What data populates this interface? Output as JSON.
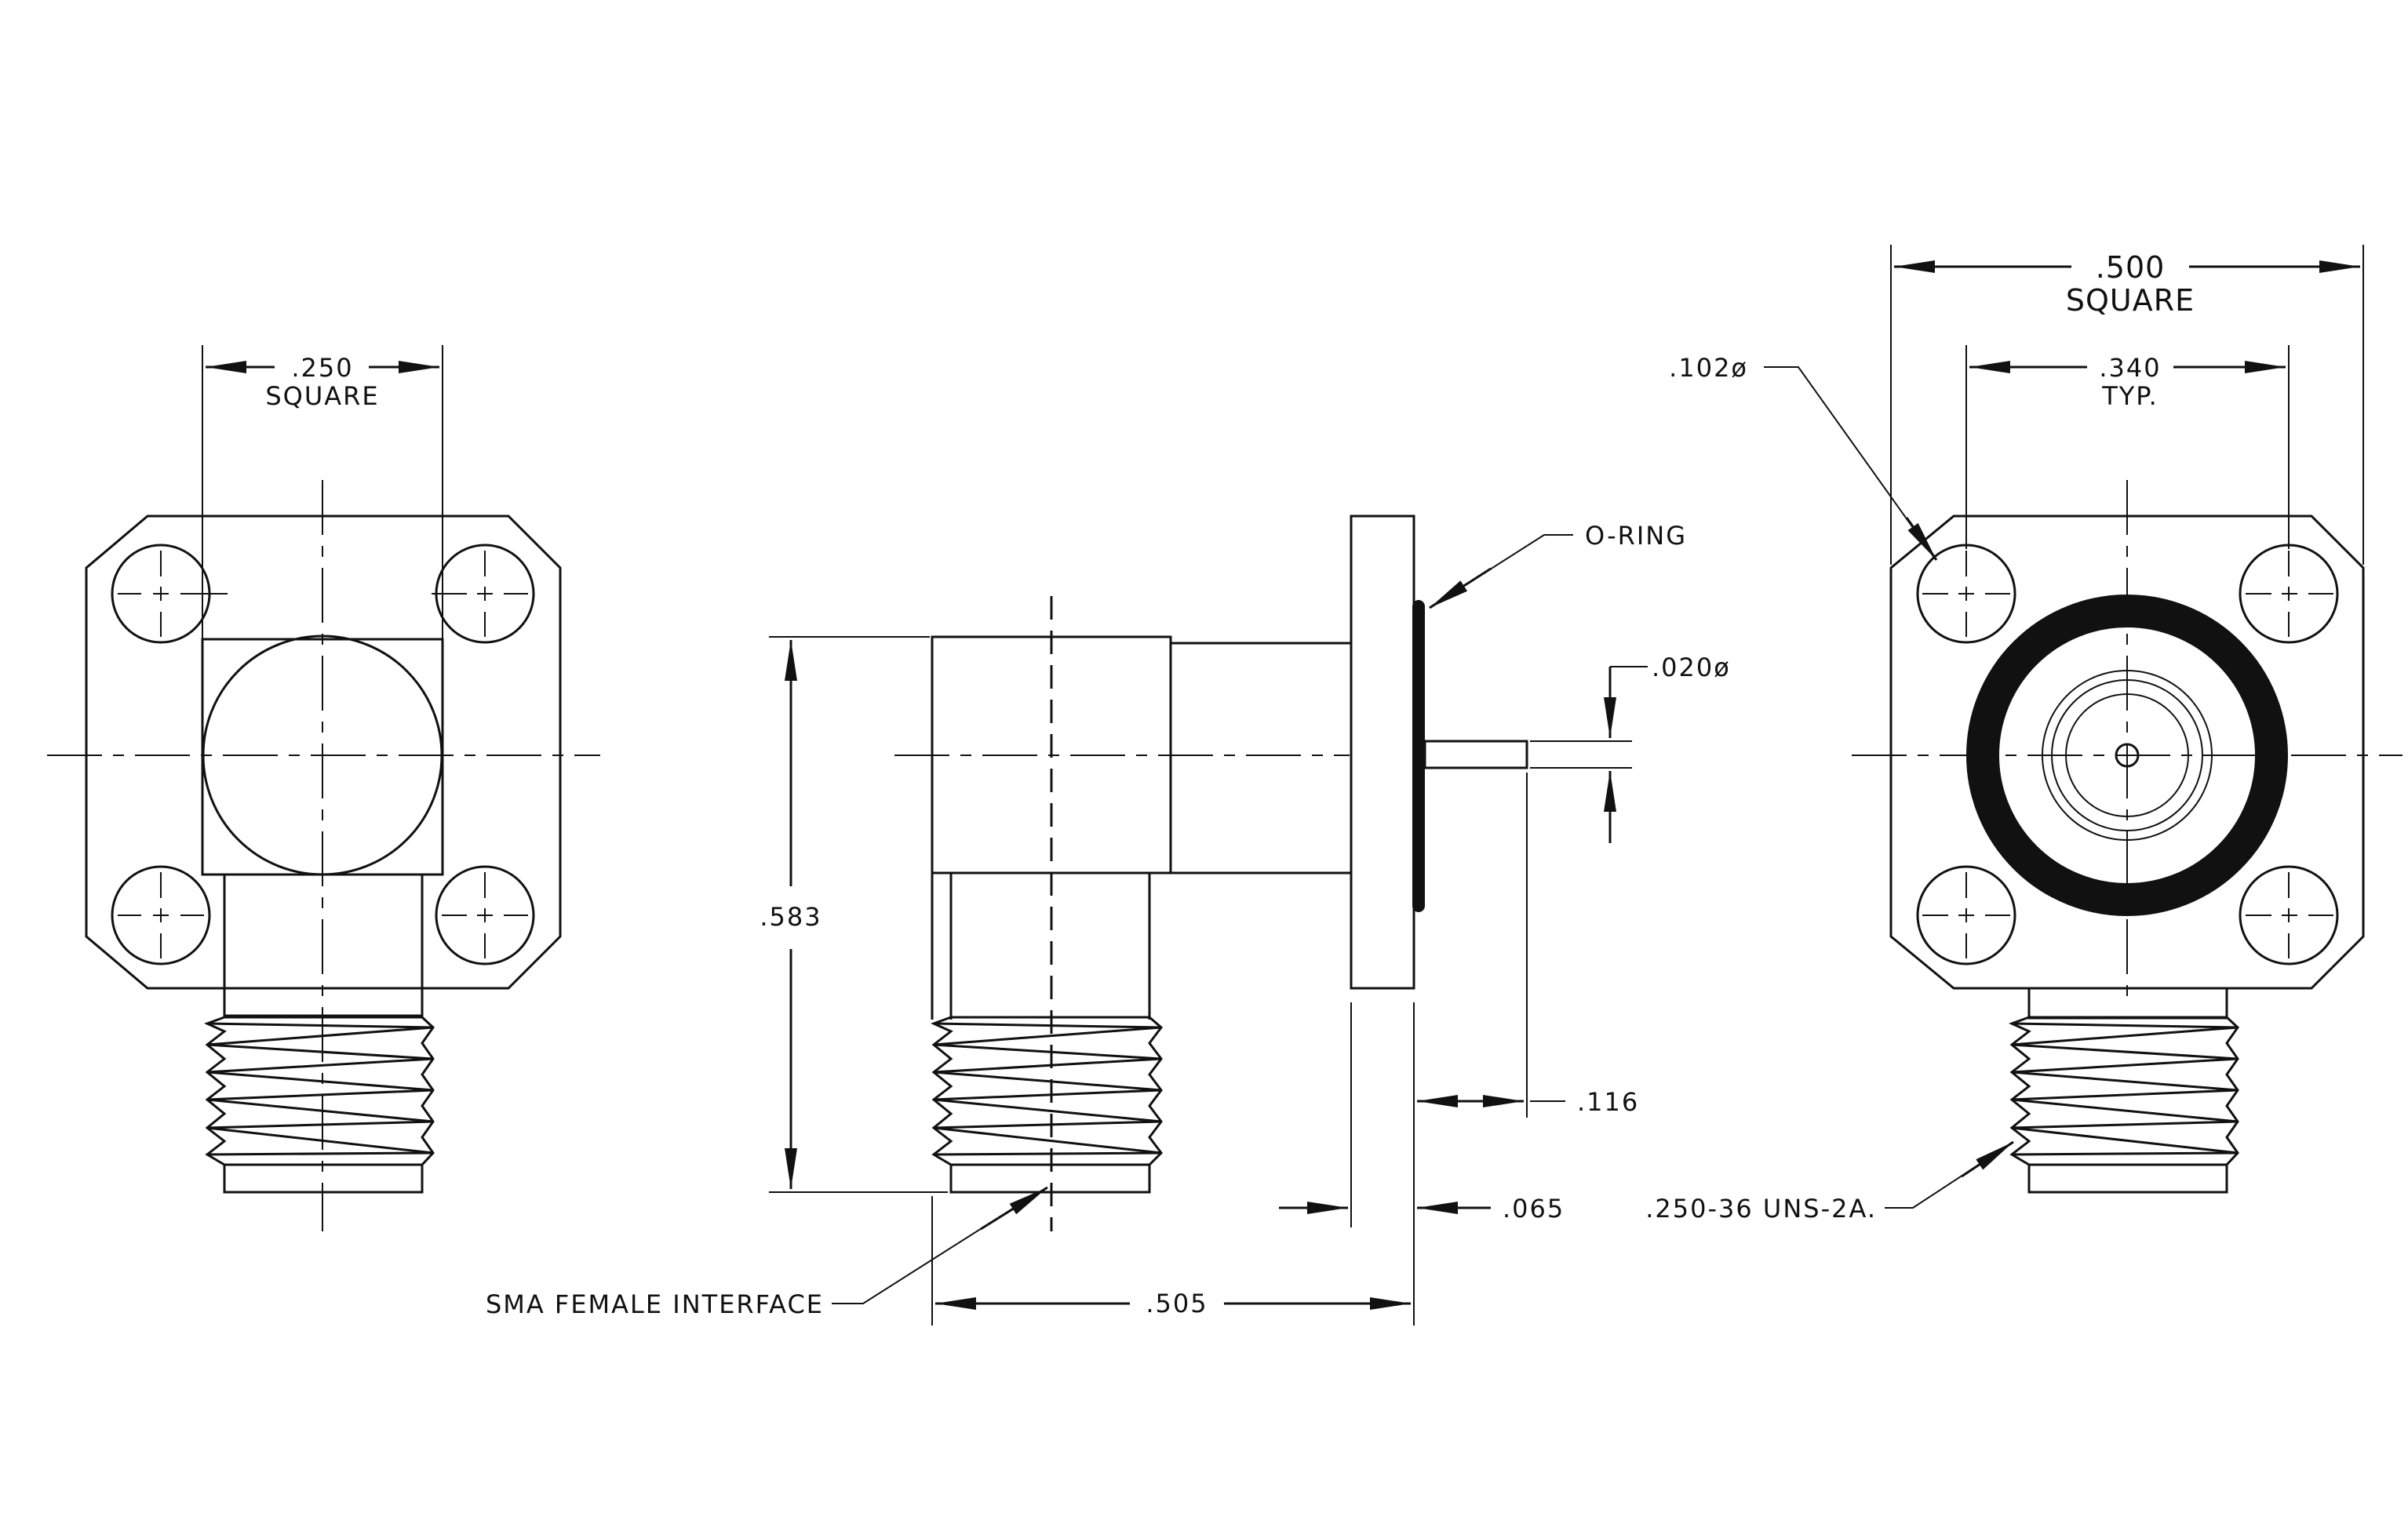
{
  "dimensions": {
    "left_square": ".250",
    "left_square_label": "SQUARE",
    "height": ".583",
    "length": ".505",
    "flange": ".065",
    "pin_length": ".116",
    "pin_diameter": ".020ø",
    "right_square": ".500",
    "right_square_label": "SQUARE",
    "hole_spacing": ".340",
    "hole_spacing_label": "TYP.",
    "hole_diameter": ".102ø"
  },
  "callouts": {
    "oring": "O-RING",
    "interface": "SMA FEMALE INTERFACE",
    "thread": ".250-36 UNS-2A."
  }
}
